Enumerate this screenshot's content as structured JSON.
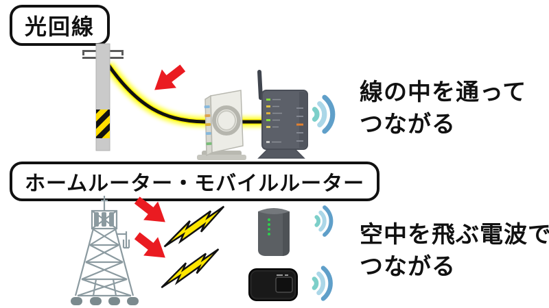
{
  "sections": [
    {
      "label": "光回線",
      "caption": [
        "線の中を通って",
        "つながる"
      ]
    },
    {
      "label": "ホームルーター・モバイルルーター",
      "caption": [
        "空中を飛ぶ電波で",
        "つながる"
      ]
    }
  ],
  "illustrations": {
    "fiber_section": [
      "utility-pole",
      "fiber-cable-with-glow",
      "red-arrow-down-left",
      "onu-modem",
      "wifi-router",
      "wifi-signal"
    ],
    "router_section": [
      "cell-tower",
      "red-arrow-down-right",
      "lightning-bolt",
      "home-router",
      "mobile-router",
      "wifi-signal"
    ]
  },
  "colors": {
    "arrow_red": "#ea1b21",
    "lightning_yellow": "#ffe600",
    "cable_black": "#111111",
    "cable_glow": "#ffff00",
    "wifi_arc_inner": "#7ccfc9",
    "wifi_arc_middle": "#abd7e8",
    "wifi_arc_outer": "#5f9fc9",
    "tower_gray": "#8b9aa0",
    "pole_gray": "#cacaca",
    "hazard_yellow": "#ffdd00",
    "text": "#111111"
  }
}
